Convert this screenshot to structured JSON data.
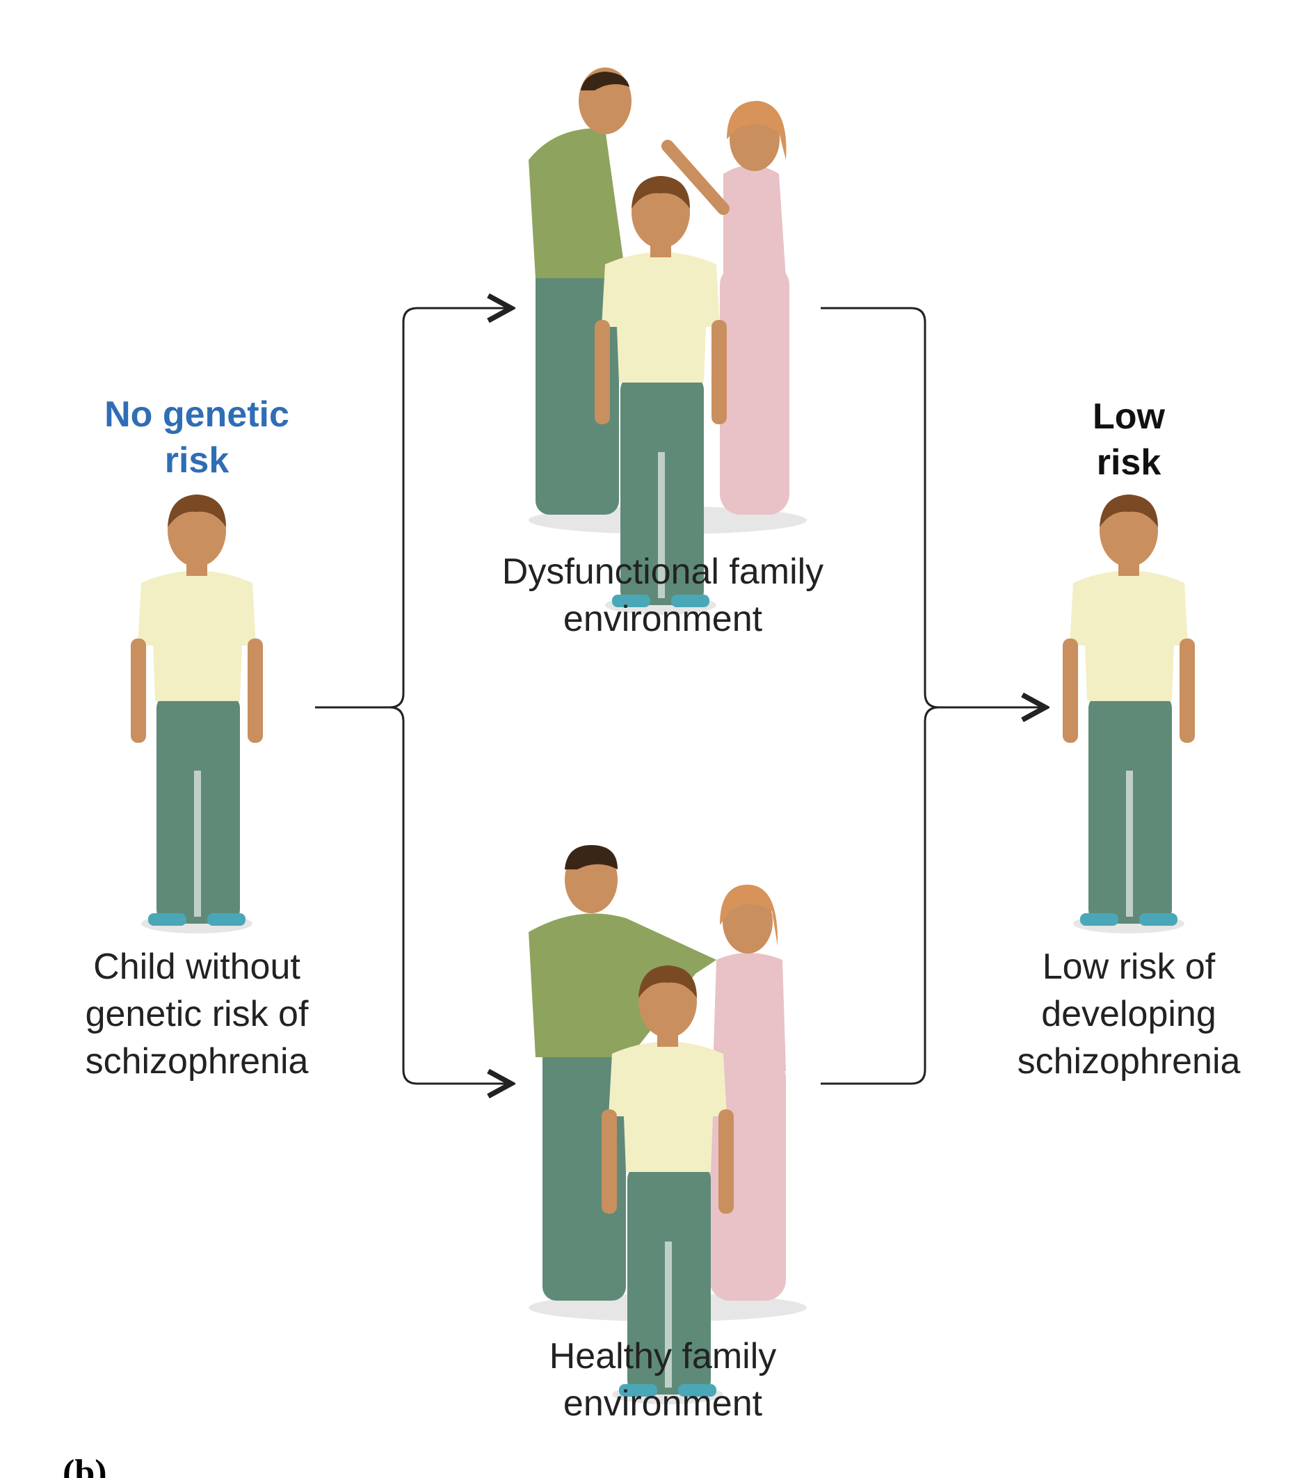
{
  "left": {
    "heading": [
      "No genetic",
      "risk"
    ],
    "caption": [
      "Child without",
      "genetic risk of",
      "schizophrenia"
    ]
  },
  "top": {
    "caption": [
      "Dysfunctional family",
      "environment"
    ]
  },
  "bottom": {
    "caption": [
      "Healthy family",
      "environment"
    ]
  },
  "right": {
    "heading": [
      "Low",
      "risk"
    ],
    "caption": [
      "Low risk of",
      "developing",
      "schizophrenia"
    ]
  },
  "panel_label": "(b)",
  "colors": {
    "blue": "#2f6db5",
    "shirt": "#f3efc4",
    "jeans": "#5f8a78",
    "adult_shirt": "#8ea35e",
    "pink": "#e8c2c6",
    "skin": "#c98f5e"
  }
}
